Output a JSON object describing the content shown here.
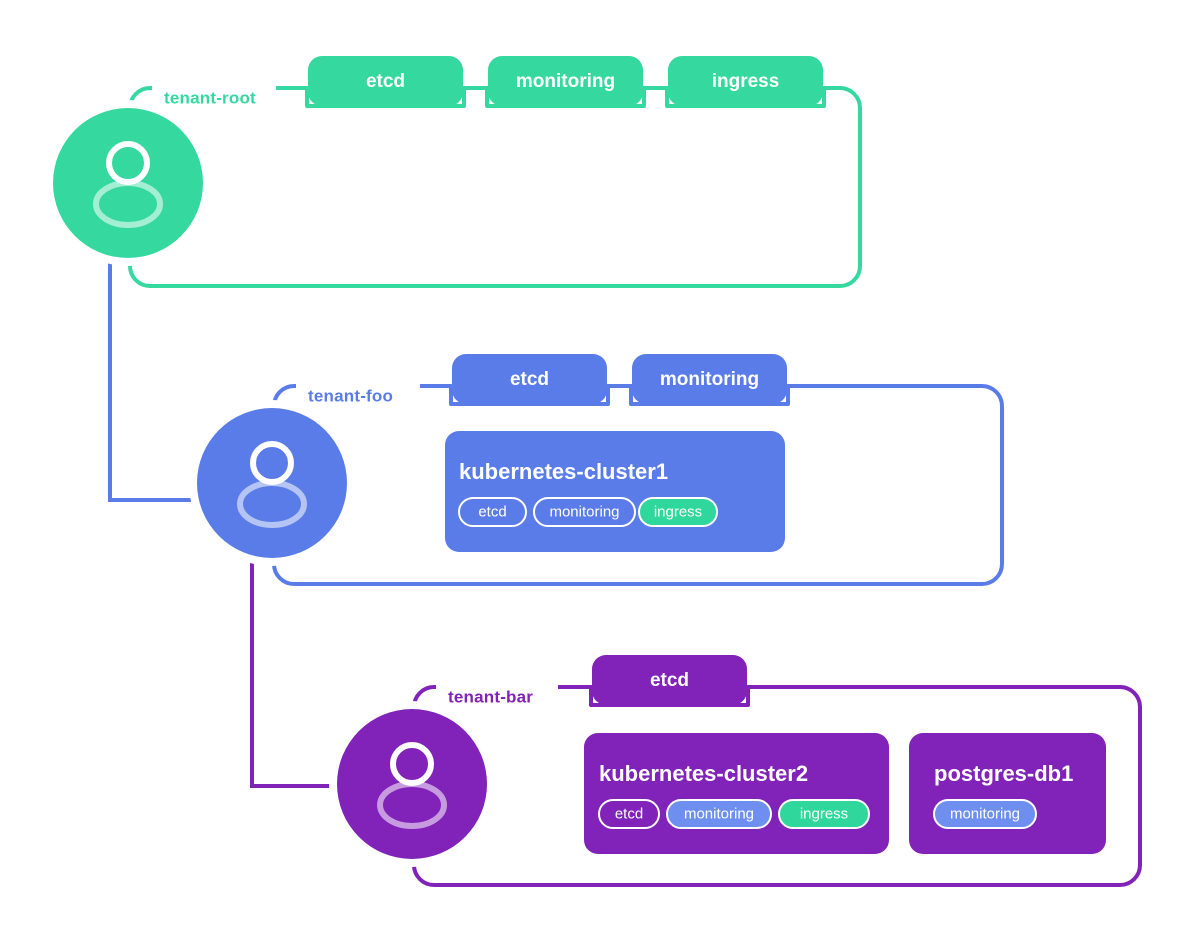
{
  "diagram": {
    "title": "tenant hierarchy diagram",
    "colors": {
      "green": "#35d9a0",
      "blue": "#5a7ce8",
      "purple": "#8122b8",
      "white": "#ffffff",
      "chip_fill_green": "#2fd79d",
      "chip_fill_blue": "#6f8ff0"
    },
    "tenants": [
      {
        "id": "tenant-root",
        "label": "tenant-root",
        "color": "#35d9a0",
        "avatar_icon": "user-avatar-icon",
        "badges": [
          {
            "label": "etcd"
          },
          {
            "label": "monitoring"
          },
          {
            "label": "ingress"
          }
        ],
        "cards": []
      },
      {
        "id": "tenant-foo",
        "label": "tenant-foo",
        "color": "#5a7ce8",
        "avatar_icon": "user-avatar-icon",
        "badges": [
          {
            "label": "etcd"
          },
          {
            "label": "monitoring"
          }
        ],
        "cards": [
          {
            "title": "kubernetes-cluster1",
            "chips": [
              {
                "label": "etcd",
                "style": "outline"
              },
              {
                "label": "monitoring",
                "style": "outline"
              },
              {
                "label": "ingress",
                "style": "filled-green"
              }
            ]
          }
        ]
      },
      {
        "id": "tenant-bar",
        "label": "tenant-bar",
        "color": "#8122b8",
        "avatar_icon": "user-avatar-icon",
        "badges": [
          {
            "label": "etcd"
          }
        ],
        "cards": [
          {
            "title": "kubernetes-cluster2",
            "chips": [
              {
                "label": "etcd",
                "style": "outline"
              },
              {
                "label": "monitoring",
                "style": "filled-blue"
              },
              {
                "label": "ingress",
                "style": "filled-green"
              }
            ]
          },
          {
            "title": "postgres-db1",
            "chips": [
              {
                "label": "monitoring",
                "style": "filled-blue"
              }
            ]
          }
        ]
      }
    ],
    "connectors": [
      {
        "from": "tenant-root",
        "to": "tenant-foo",
        "color": "#5a7ce8"
      },
      {
        "from": "tenant-foo",
        "to": "tenant-bar",
        "color": "#8122b8"
      }
    ]
  }
}
